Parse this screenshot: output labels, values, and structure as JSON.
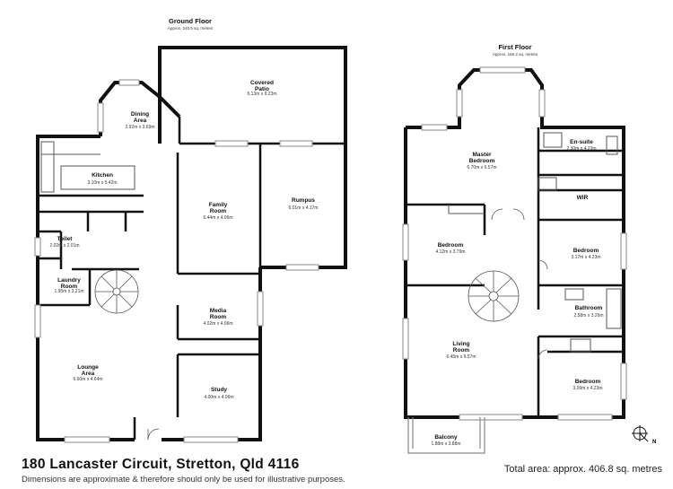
{
  "ground_floor": {
    "title": "Ground Floor",
    "area": "Approx. 240.6 sq. metres",
    "rooms": [
      {
        "name": "Covered Patio",
        "dims": "5.13m x 9.23m"
      },
      {
        "name": "Dining Area",
        "dims": "2.92m x 3.69m"
      },
      {
        "name": "Kitchen",
        "dims": "3.10m x 5.42m"
      },
      {
        "name": "Family Room",
        "dims": "6.44m x 4.06m"
      },
      {
        "name": "Rumpus",
        "dims": "6.01m x 4.17m"
      },
      {
        "name": "Toilet",
        "dims": "2.02m x 2.01m"
      },
      {
        "name": "Laundry Room",
        "dims": "1.95m x 3.21m"
      },
      {
        "name": "Media Room",
        "dims": "4.02m x 4.06m"
      },
      {
        "name": "Lounge Area",
        "dims": "6.60m x 4.64m"
      },
      {
        "name": "Study",
        "dims": "4.00m x 4.06m"
      }
    ]
  },
  "first_floor": {
    "title": "First Floor",
    "area": "Approx. 166.2 sq. metres",
    "rooms": [
      {
        "name": "Master Bedroom",
        "dims": "6.70m x 6.57m"
      },
      {
        "name": "En-suite",
        "dims": "2.30m x 4.23m"
      },
      {
        "name": "WIR",
        "dims": ""
      },
      {
        "name": "Bedroom",
        "dims": "4.12m x 3.79m"
      },
      {
        "name": "Bedroom",
        "dims": "3.17m x 4.23m"
      },
      {
        "name": "Bathroom",
        "dims": "2.58m x 3.26m"
      },
      {
        "name": "Living Room",
        "dims": "6.45m x 6.57m"
      },
      {
        "name": "Bedroom",
        "dims": "3.09m x 4.23m"
      },
      {
        "name": "Balcony",
        "dims": "1.88m x 3.88m"
      }
    ]
  },
  "footer": {
    "address": "180 Lancaster Circuit, Stretton, Qld 4116",
    "disclaimer": "Dimensions are approximate & therefore should only be used for illustrative purposes.",
    "total_area": "Total area: approx. 406.8 sq. metres"
  },
  "compass": {
    "north_label": "N"
  },
  "colors": {
    "wall": "#111111",
    "window": "#bdbdbd",
    "fixture": "#555555"
  }
}
